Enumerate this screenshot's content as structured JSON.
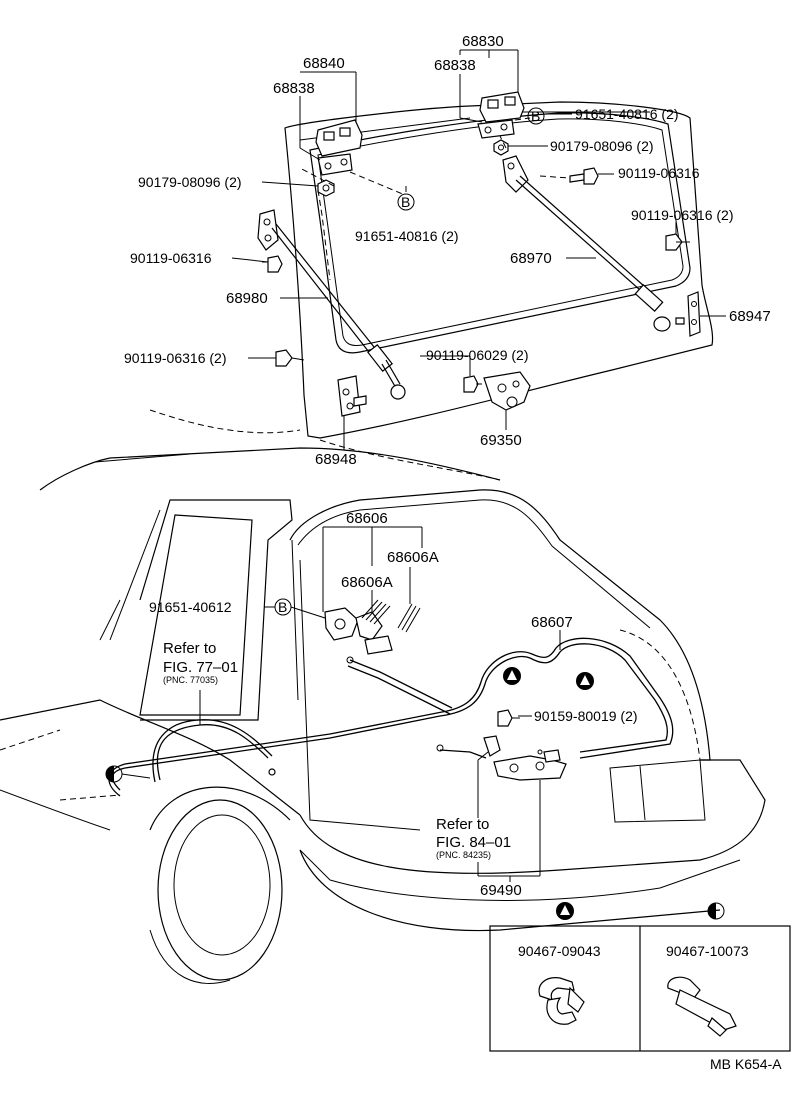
{
  "labels": {
    "p68830": "68830",
    "p68838_right": "68838",
    "p68840": "68840",
    "p68838_left": "68838",
    "p91651_40816_right": "91651-40816 (2)",
    "p90179_08096_right": "90179-08096 (2)",
    "p90119_06316_right": "90119-06316",
    "p90179_08096_left": "90179-08096 (2)",
    "p91651_40816_left": "91651-40816 (2)",
    "p90119_06316_right2": "90119-06316 (2)",
    "p90119_06316_left": "90119-06316",
    "p68970": "68970",
    "p68980": "68980",
    "p68947": "68947",
    "p90119_06316_left2": "90119-06316 (2)",
    "p90119_06029": "90119-06029 (2)",
    "p69350": "69350",
    "p68948": "68948",
    "p68606": "68606",
    "p68606A_right": "68606A",
    "p68606A_mid": "68606A",
    "p91651_40612": "91651-40612",
    "p68607": "68607",
    "refer1_line1": "Refer to",
    "refer1_line2": "FIG. 77–01",
    "refer1_pnc": "(PNC. 77035)",
    "p90159_80019": "90159-80019 (2)",
    "refer2_line1": "Refer to",
    "refer2_line2": "FIG. 84–01",
    "refer2_pnc": "(PNC. 84235)",
    "p69490": "69490",
    "p90467_09043": "90467-09043",
    "p90467_10073": "90467-10073",
    "drawing_code": "MB K654-A"
  },
  "symbols": {
    "b_marker_letter": "B",
    "triangle_marker": "triangle-in-circle",
    "half_circle_marker": "half-filled-circle"
  }
}
